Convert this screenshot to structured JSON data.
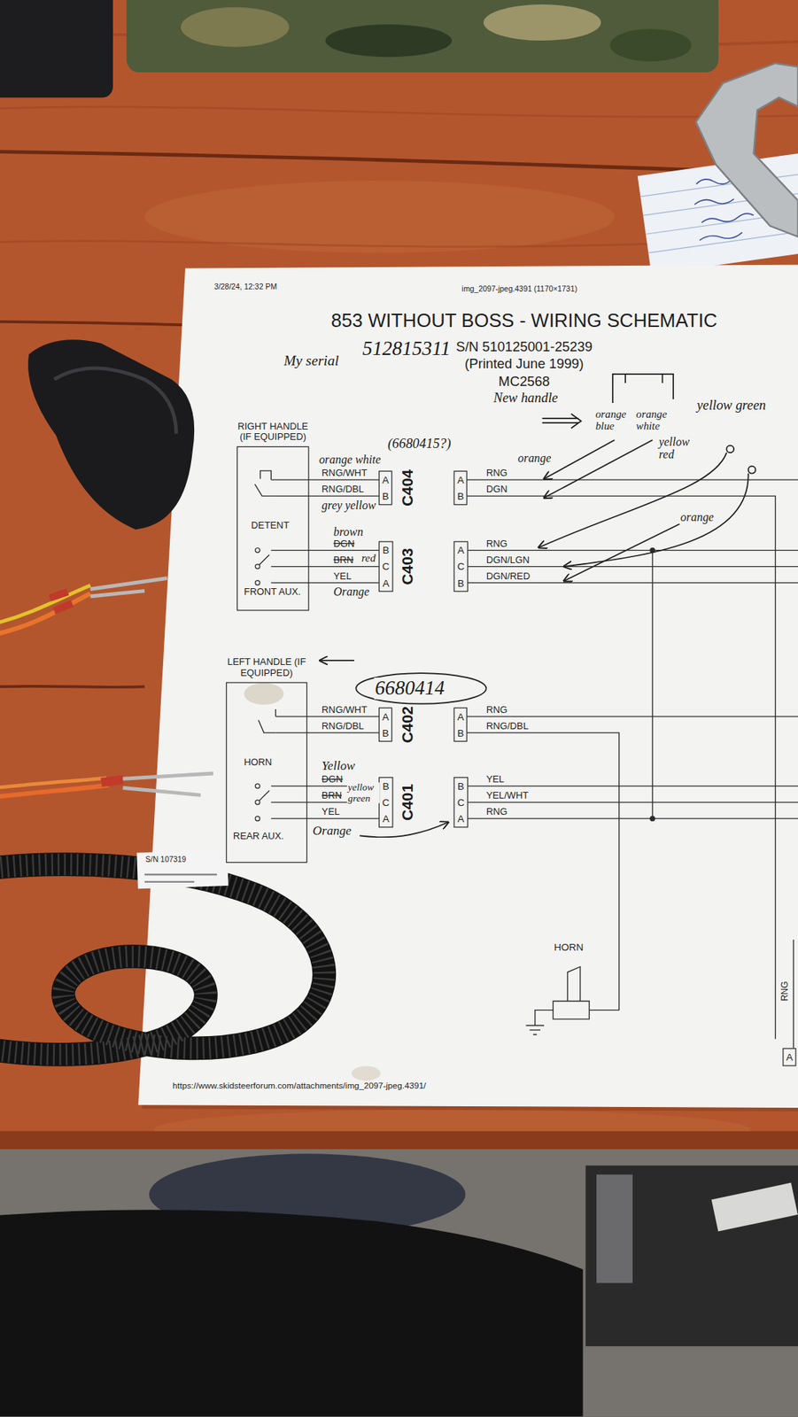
{
  "diagram": {
    "title": "853 WITHOUT BOSS - WIRING SCHEMATIC",
    "nodes": [
      {
        "text": [
          "RIGHT HANDLE (IF EQUIPPED)",
          "DETENT",
          "FRONT AUX."
        ]
      },
      {
        "text": [
          "A",
          "B"
        ]
      },
      {
        "text": [
          "A",
          "B"
        ]
      },
      {
        "text": [
          "B",
          "C",
          "A"
        ]
      },
      {
        "text": [
          "A",
          "C",
          "B"
        ]
      },
      {
        "text": [
          "LEFT HANDLE (IF EQUIPPED)",
          "HORN",
          "REAR AUX."
        ]
      },
      {
        "text": [
          "A",
          "B"
        ]
      },
      {
        "text": [
          "A",
          "B"
        ]
      },
      {
        "text": [
          "B",
          "C",
          "A"
        ]
      },
      {
        "text": [
          "B",
          "C",
          "A"
        ]
      },
      {
        "text": [
          "A"
        ]
      }
    ],
    "labels": [
      "3/28/24, 12:32 PM",
      "img_2097-jpeg.4391 (1170×1731)",
      "S/N 510125001-25239",
      "(Printed June 1999)",
      "MC2568",
      "My serial",
      "512815311",
      "New handle",
      "orange blue",
      "orange white",
      "yellow green",
      "(6680415?)",
      "orange white",
      "RNG/WHT",
      "RNG/DBL",
      "grey yellow",
      "C404",
      "orange",
      "RNG",
      "DGN",
      "yellow red",
      "orange",
      "brown",
      "DGN",
      "red",
      "BRN",
      "YEL",
      "Orange",
      "C403",
      "RNG",
      "DGN/LGN",
      "DGN/RED",
      "6680414",
      "RNG/WHT",
      "RNG/DBL",
      "C402",
      "RNG",
      "RNG/DBL",
      "Yellow",
      "DGN",
      "yellow green",
      "BRN",
      "YEL",
      "Orange",
      "C401",
      "YEL",
      "YEL/WHT",
      "RNG",
      "HORN",
      "RNG",
      "https://www.skidsteerforum.com/attachments/img_2097-jpeg.4391/",
      "S/N 107319"
    ]
  }
}
